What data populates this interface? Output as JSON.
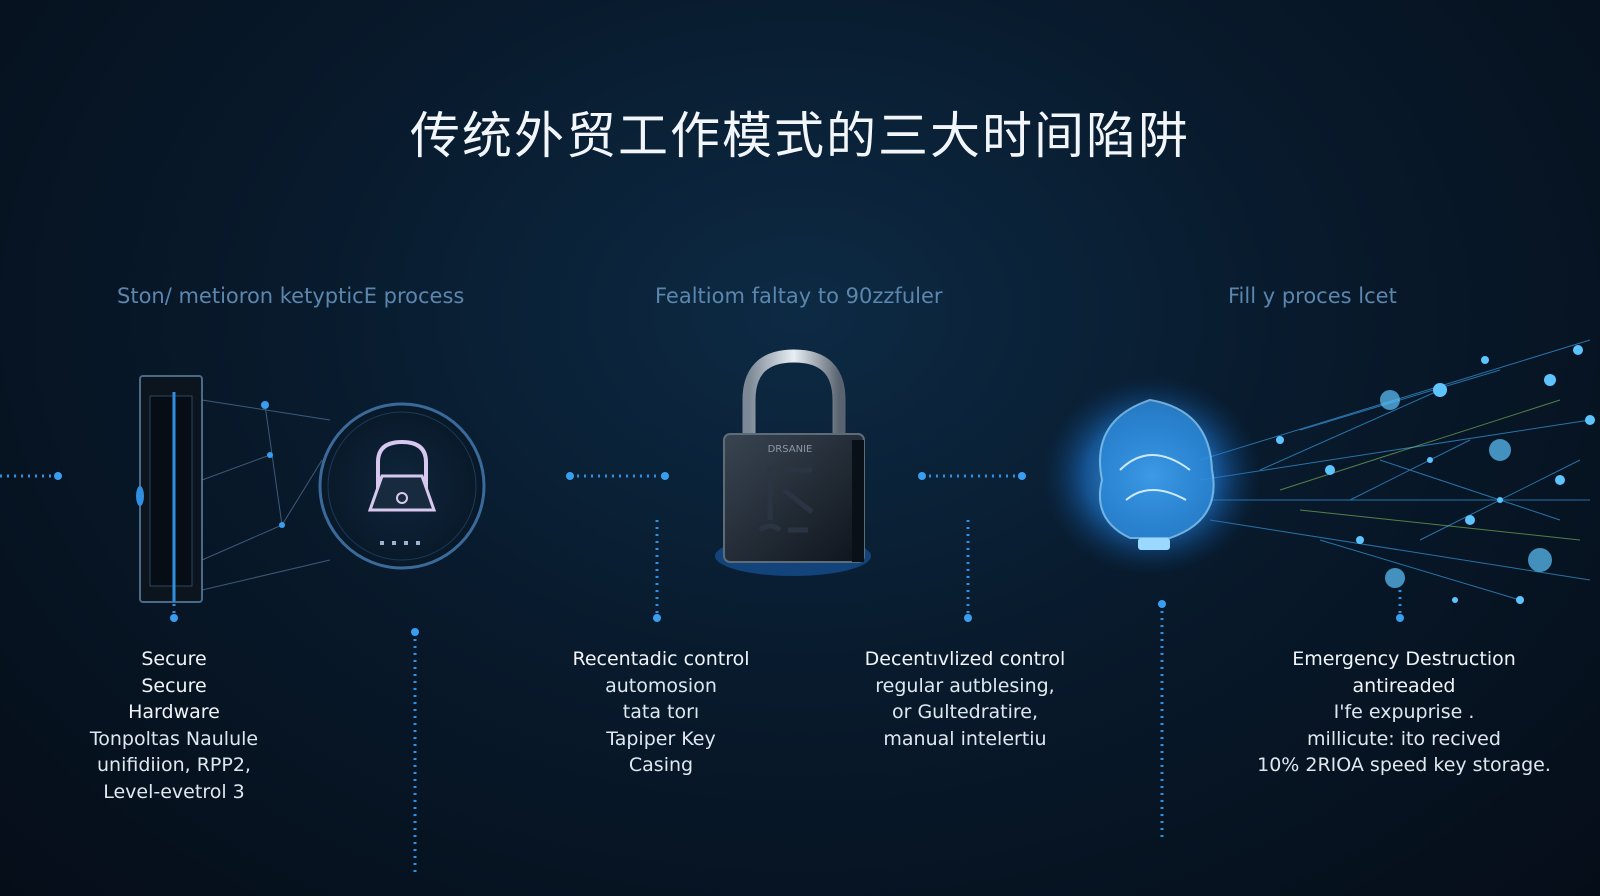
{
  "title": "传统外贸工作模式的三大时间陷阱",
  "panels": [
    {
      "heading": "Ston/ metioron ketypticE process",
      "caption": [
        "Secure",
        "Secure",
        "Hardware",
        "Tonpoltas Naulule",
        "unifidiion, RPP2,",
        "Level-evetrol 3"
      ]
    },
    {
      "heading": "Fealtiom faltay to 90zzfuler",
      "caption_a": [
        "Recentadic control",
        "automosion",
        "tata torı",
        "Tapiper Key",
        "Casing"
      ],
      "caption_b": [
        "Decentıvlized control",
        "regular autblesing,",
        "or Gultedratire,",
        "manual intelertiu"
      ]
    },
    {
      "heading": "Fill y proces lcet",
      "caption": [
        "Emergency Destruction",
        "antireaded",
        "I'fe expuprise  .",
        "millicute: ito recived",
        "10% 2RIOA speed key storage."
      ]
    }
  ],
  "padlock_label": "DRSANIE",
  "colors": {
    "background": "#081a2c",
    "accent": "#2f8fe0",
    "heading": "#5b86ad",
    "glow": "#39a6ff"
  }
}
